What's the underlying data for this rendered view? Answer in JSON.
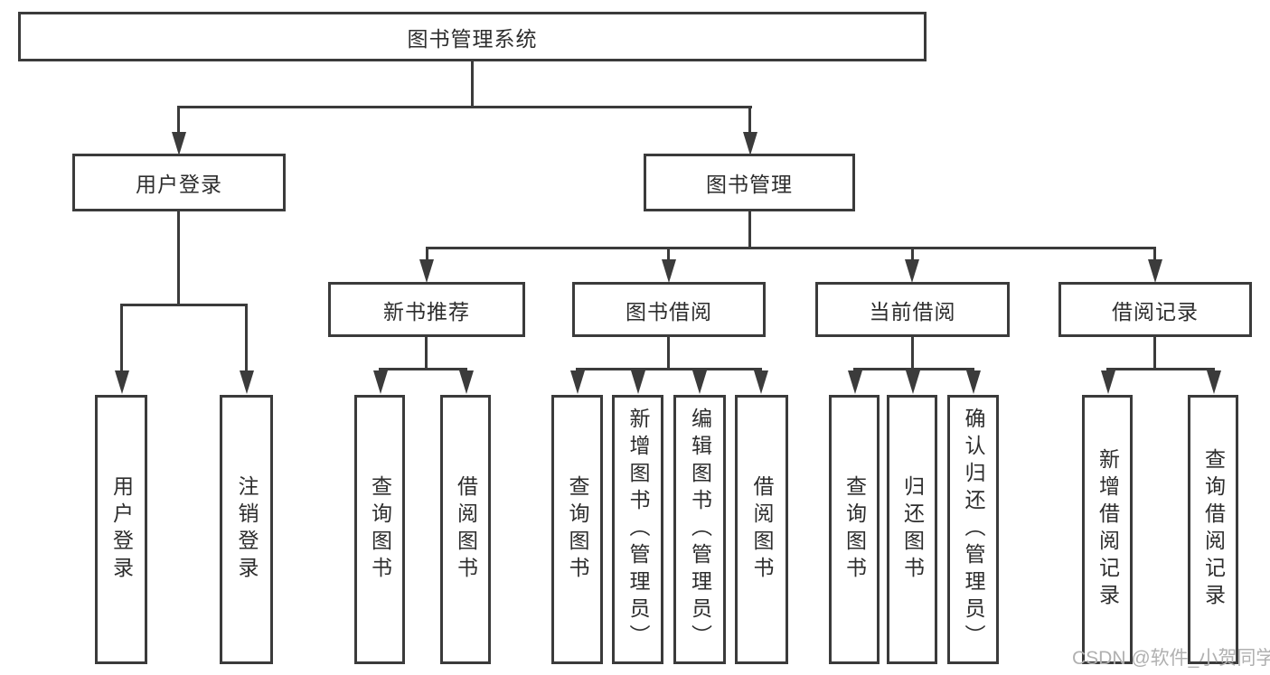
{
  "diagram": {
    "root": {
      "label": "图书管理系统"
    },
    "level2": [
      {
        "label": "用户登录"
      },
      {
        "label": "图书管理"
      }
    ],
    "level3": [
      {
        "label": "新书推荐"
      },
      {
        "label": "图书借阅"
      },
      {
        "label": "当前借阅"
      },
      {
        "label": "借阅记录"
      }
    ],
    "leaves": [
      {
        "label": "用户登录"
      },
      {
        "label": "注销登录"
      },
      {
        "label": "查询图书"
      },
      {
        "label": "借阅图书"
      },
      {
        "label": "查询图书"
      },
      {
        "label": "新增图书（管理员）"
      },
      {
        "label": "编辑图书（管理员）"
      },
      {
        "label": "借阅图书"
      },
      {
        "label": "查询图书"
      },
      {
        "label": "归还图书"
      },
      {
        "label": "确认归还（管理员）"
      },
      {
        "label": "新增借阅记录"
      },
      {
        "label": "查询借阅记录"
      }
    ]
  },
  "watermark": {
    "text": "CSDN @软件_小贺同学"
  },
  "colors": {
    "line": "#3b3b3b",
    "text": "#2d2d2d",
    "background": "#ffffff",
    "watermark": "#b0b0b0"
  }
}
